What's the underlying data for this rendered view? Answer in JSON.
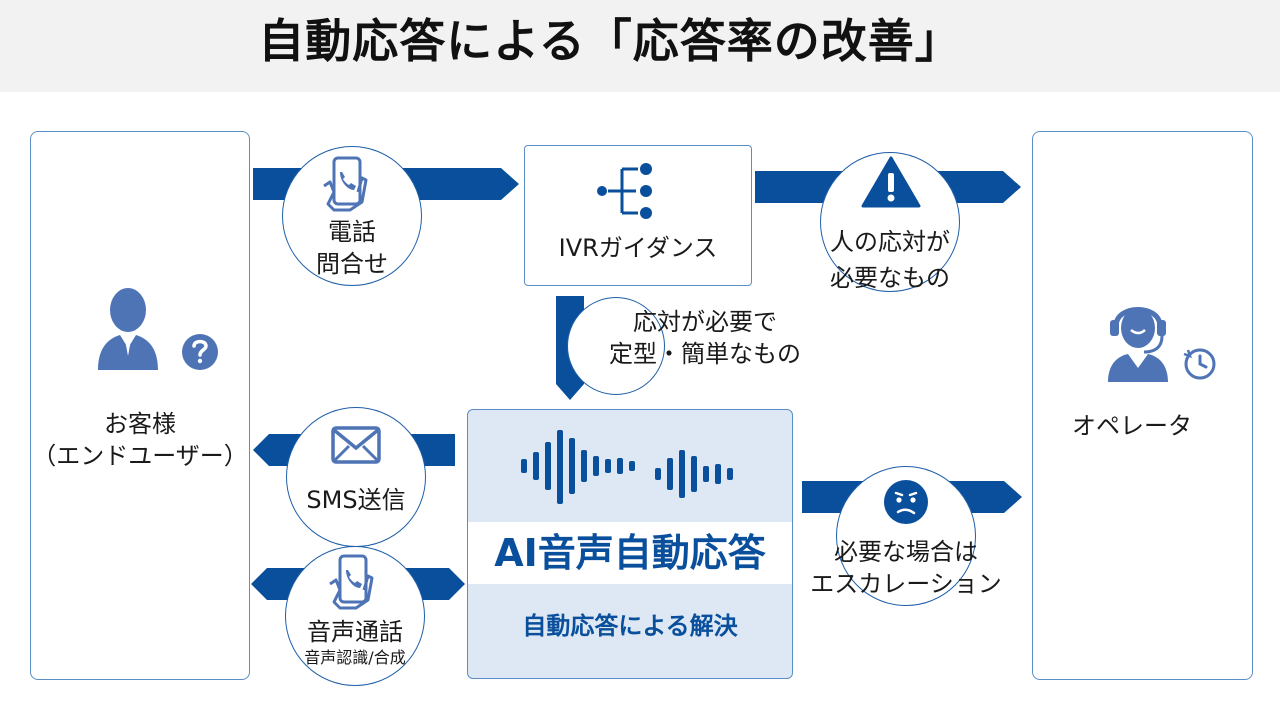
{
  "title": "自動応答による「応答率の改善」",
  "customer": {
    "line1": "お客様",
    "line2": "（エンドユーザー）",
    "icon": "user-question-icon"
  },
  "operator": {
    "label": "オペレータ",
    "icon": "headset-operator-icon"
  },
  "ivr": {
    "label": "IVRガイダンス",
    "icon": "branch-tree-icon"
  },
  "phone_inquiry": {
    "line1": "電話",
    "line2": "問合せ",
    "icon": "smartphone-call-icon"
  },
  "human_needed": {
    "line1": "人の応対が",
    "line2": "必要なもの",
    "icon": "warning-icon"
  },
  "simple_response": {
    "line1": "応対が必要で",
    "line2": "定型・簡単なもの"
  },
  "sms": {
    "label": "SMS送信",
    "icon": "envelope-icon"
  },
  "voice_call": {
    "line1": "音声通話",
    "line2": "音声認識/合成",
    "icon": "smartphone-call-icon"
  },
  "escalation": {
    "line1": "必要な場合は",
    "line2": "エスカレーション",
    "icon": "worried-face-icon"
  },
  "ai": {
    "title": "AI音声自動応答",
    "subtitle": "自動応答による解決",
    "icon": "sound-wave-icon"
  },
  "colors": {
    "primary": "#0a4f9c",
    "panel_border": "#5b8ec6",
    "ai_panel_bg": "#dde8f4",
    "icon_blue": "#4e74b6"
  }
}
